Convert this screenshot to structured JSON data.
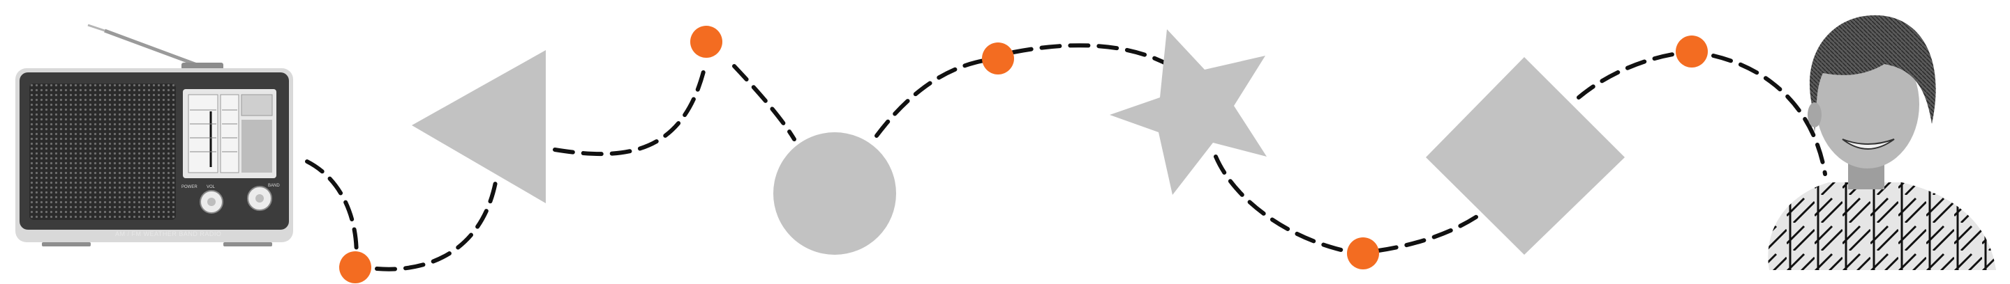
{
  "colors": {
    "background": "#ffffff",
    "shape_fill": "#c2c2c2",
    "dot_fill": "#f36c21",
    "dash_stroke": "#111111",
    "radio_body": "#3c3c3c",
    "radio_trim": "#d9d9d9"
  },
  "radio": {
    "icon": "am-fm-radio-icon",
    "band_label": "AM / FM  WEATHER BAND RADIO",
    "knob_labels": [
      "POWER",
      "VOL",
      "BAND"
    ]
  },
  "shapes": [
    "triangle",
    "circle",
    "star",
    "diamond"
  ],
  "dots_count": 5,
  "person": {
    "icon": "boy-portrait-icon"
  }
}
